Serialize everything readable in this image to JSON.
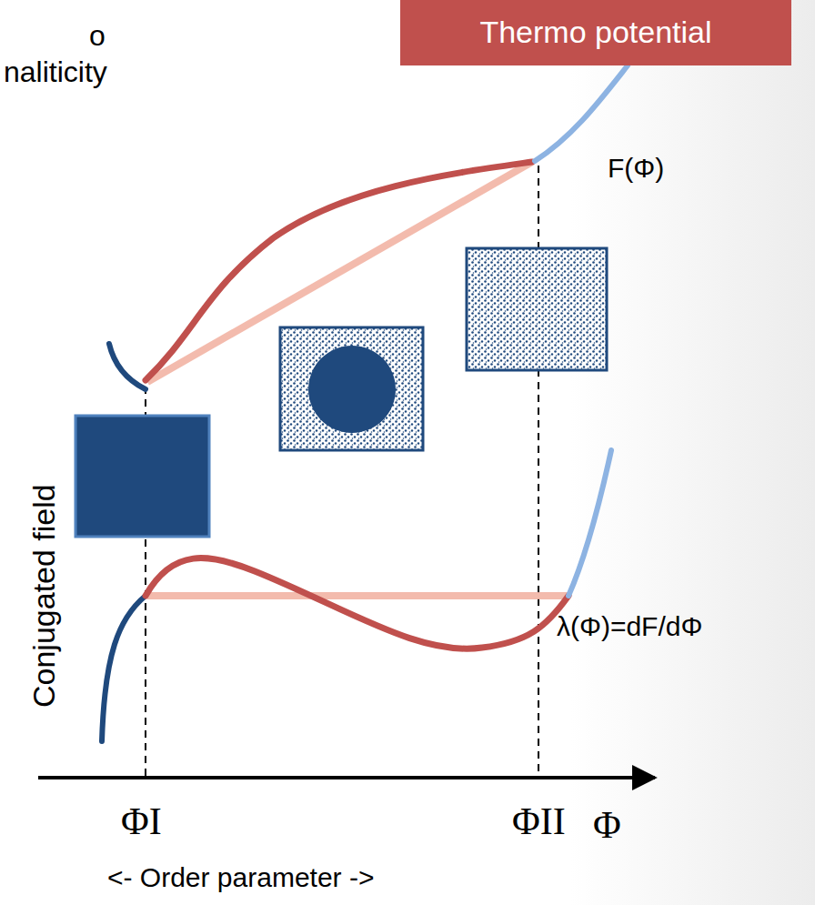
{
  "diagram": {
    "nodes": [
      {
        "text": [
          "Thermo potential"
        ]
      }
    ],
    "labels": [
      "o",
      "naliticity",
      "F(Φ)",
      "λ(Φ)=dF/dΦ",
      "Conjugated field",
      "ΦI",
      "ΦII",
      "Φ",
      "<- Order parameter ->"
    ]
  }
}
